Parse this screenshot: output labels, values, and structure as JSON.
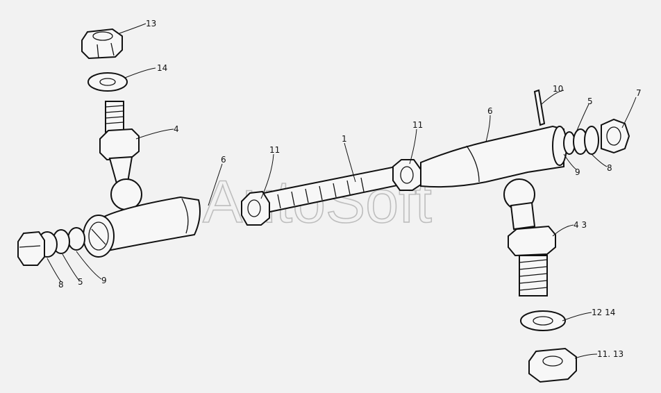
{
  "watermark": "AutoSoft",
  "callouts": {
    "c13": "13",
    "c14": "14",
    "c4_top": "4",
    "c6_left": "6",
    "c11_left": "11",
    "c1": "1",
    "c11_right": "11",
    "c6_right": "6",
    "c10": "10",
    "c5_right": "5",
    "c7": "7",
    "c9_right": "9",
    "c8_right": "8",
    "c43": "4 3",
    "c1214": "12 14",
    "c1113": "11. 13",
    "c8_left": "8",
    "c5_left": "5",
    "c9_left": "9"
  },
  "colors": {
    "background": "#f2f2f2",
    "ink": "#111111",
    "watermark": "#bdbdbd"
  }
}
